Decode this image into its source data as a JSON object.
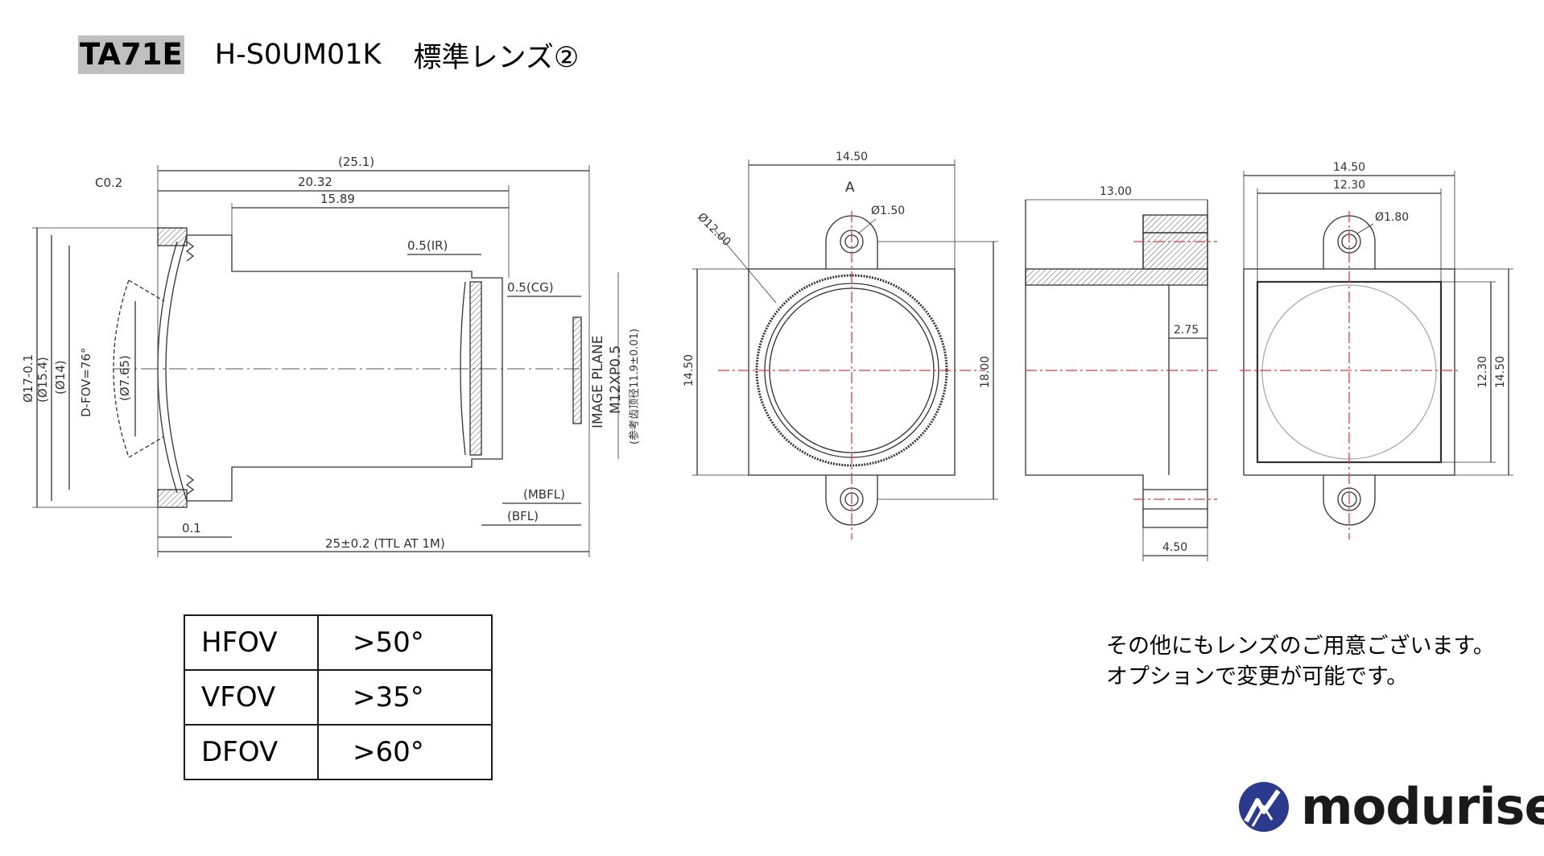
{
  "header": {
    "code": "TA71E",
    "model": "H-S0UM01K",
    "name": "標準レンズ②"
  },
  "side_view": {
    "dims": {
      "overall": "(25.1)",
      "flange": "20.32",
      "barrel": "15.89",
      "chamfer": "C0.2",
      "ir": "0.5(IR)",
      "cg": "0.5(CG)",
      "mbfl": "(MBFL)",
      "bfl": "(BFL)",
      "gap": "0.1",
      "ttl": "25±0.2 (TTL AT 1M)",
      "d17": "Ø17-0.1",
      "d15": "(Ø15.4)",
      "d14": "(Ø14)",
      "dfov": "D-FOV=76°",
      "d765": "(Ø7.65)",
      "image_plane": "IMAGE PLANE",
      "thread": "M12XP0.5",
      "ref": "(参考齿顶径11.9±0.01)"
    }
  },
  "front_view": {
    "dims": {
      "width": "14.50",
      "height_left": "14.50",
      "height_right": "18.00",
      "hole": "Ø1.50",
      "lens": "Ø12.00",
      "datum": "A"
    }
  },
  "profile_view": {
    "dims": {
      "length": "13.00",
      "step": "2.75",
      "thickness": "4.50"
    }
  },
  "rear_view": {
    "dims": {
      "width": "14.50",
      "inner_w": "12.30",
      "hole": "Ø1.80",
      "inner_h": "12.30",
      "height": "14.50"
    }
  },
  "fov_table": [
    {
      "key": "HFOV",
      "value": ">50°"
    },
    {
      "key": "VFOV",
      "value": ">35°"
    },
    {
      "key": "DFOV",
      "value": ">60°"
    }
  ],
  "note": {
    "line1": "その他にもレンズのご用意ございます。",
    "line2": "オプションで変更が可能です。"
  },
  "logo": {
    "text": "modurise",
    "color": "#2b3a8c"
  }
}
